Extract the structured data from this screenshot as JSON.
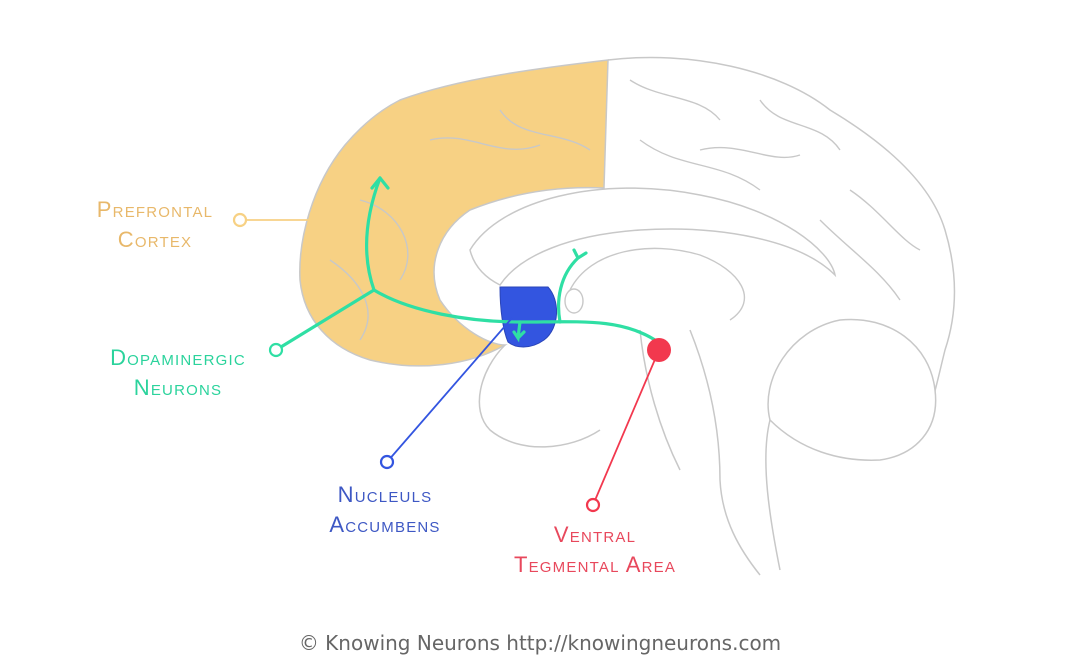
{
  "colors": {
    "prefrontal": "#f7d184",
    "prefrontal_text": "#e8b86a",
    "dopaminergic": "#2fdfa4",
    "nucleus": "#3355e0",
    "nucleus_text": "#3e58c4",
    "vta": "#f2384e",
    "vta_text": "#e8485c",
    "outline": "#c8c8c8",
    "credit": "#666666"
  },
  "labels": {
    "prefrontal": {
      "line1": "Prefrontal",
      "line2": "Cortex"
    },
    "dopaminergic": {
      "line1": "Dopaminergic",
      "line2": "Neurons"
    },
    "nucleus": {
      "line1": "Nucleuls",
      "line2": "Accumbens"
    },
    "vta": {
      "line1": "Ventral",
      "line2": "Tegmental Area"
    }
  },
  "credit": "© Knowing Neurons http://knowingneurons.com"
}
